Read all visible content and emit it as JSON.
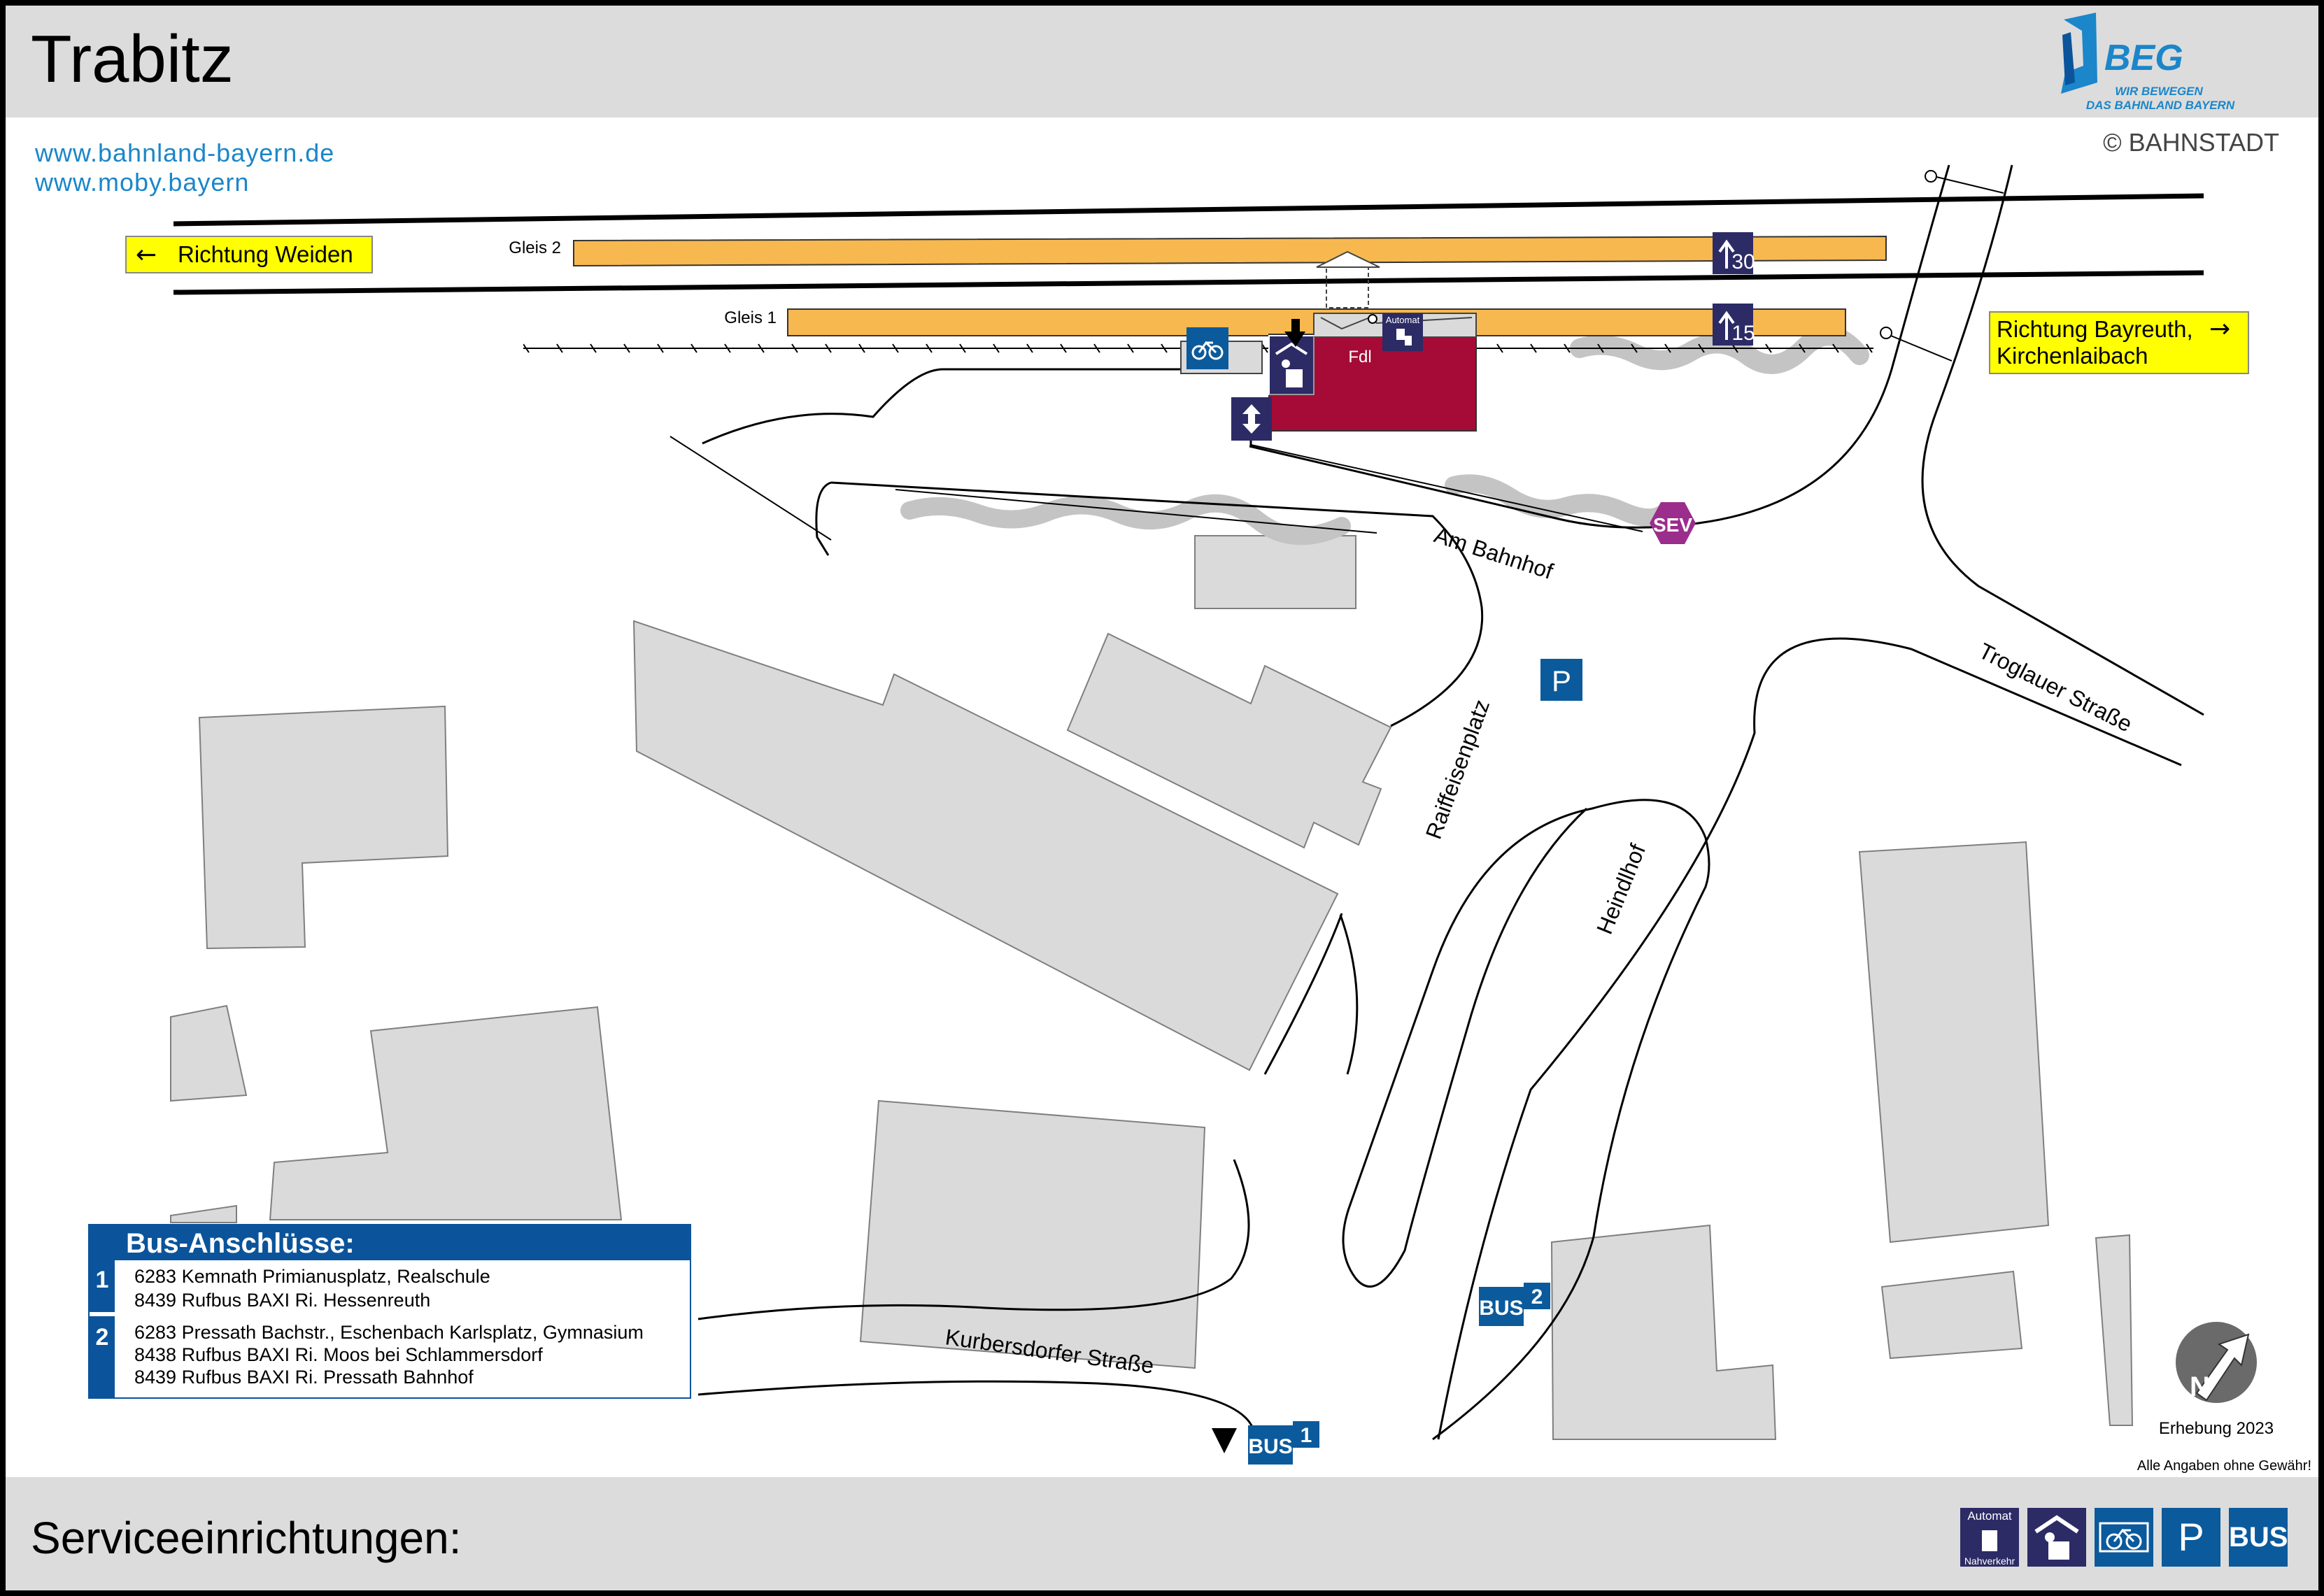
{
  "header": {
    "title": "Trabitz",
    "logo": {
      "brand": "BEG",
      "slogan_1": "WIR BEWEGEN",
      "slogan_2": "DAS BAHNLAND BAYERN"
    }
  },
  "links": [
    "www.bahnland-bayern.de",
    "www.moby.bayern"
  ],
  "copyright": "© BAHNSTADT",
  "directions": {
    "west": {
      "arrow": "←",
      "label": "Richtung Weiden"
    },
    "east": {
      "arrow": "→",
      "line_1": "Richtung Bayreuth,",
      "line_2": "Kirchenlaibach"
    }
  },
  "tracks": [
    {
      "label": "Gleis 2",
      "section_badge": "30"
    },
    {
      "label": "Gleis 1",
      "section_badge": "15"
    }
  ],
  "station": {
    "building_label": "Fdl",
    "ticket_machine_label": "Automat"
  },
  "streets": [
    "Am Bahnhof",
    "Troglauer Straße",
    "Raiffeisenplatz",
    "Heindlhof",
    "Kurbersdorfer Straße"
  ],
  "markers": {
    "sev": "SEV",
    "parking": "P",
    "bus_label": "BUS",
    "bus_stop_1": "1",
    "bus_stop_2": "2"
  },
  "bus_connections": {
    "title": "Bus-Anschlüsse:",
    "stops": [
      {
        "number": "1",
        "lines": [
          "6283 Kemnath Primianusplatz, Realschule",
          "8439 Rufbus BAXI Ri. Hessenreuth"
        ]
      },
      {
        "number": "2",
        "lines": [
          "6283 Pressath Bachstr., Eschenbach Karlsplatz, Gymnasium",
          "8438 Rufbus BAXI Ri. Moos bei Schlammersdorf",
          "8439 Rufbus BAXI Ri. Pressath Bahnhof"
        ]
      }
    ]
  },
  "compass_letter": "N",
  "survey_note": "Erhebung 2023",
  "disclaimer": "Alle Angaben ohne Gewähr!",
  "footer": {
    "label": "Serviceeinrichtungen:",
    "services": [
      {
        "name": "ticket-machine",
        "label_1": "Automat",
        "label_2": "Nahverkehr"
      },
      {
        "name": "waiting-shelter"
      },
      {
        "name": "bicycle-parking"
      },
      {
        "name": "parking",
        "label": "P"
      },
      {
        "name": "bus",
        "label": "BUS"
      }
    ]
  },
  "colors": {
    "platform": "#f7b84f",
    "building": "#a50b36",
    "bus_blue": "#0b549b",
    "station_dark": "#2c2b66",
    "sev": "#9b2d8c",
    "direction_sign": "#ffff00",
    "vegetation": "#c4c4c4",
    "urban_building": "#dadada"
  }
}
